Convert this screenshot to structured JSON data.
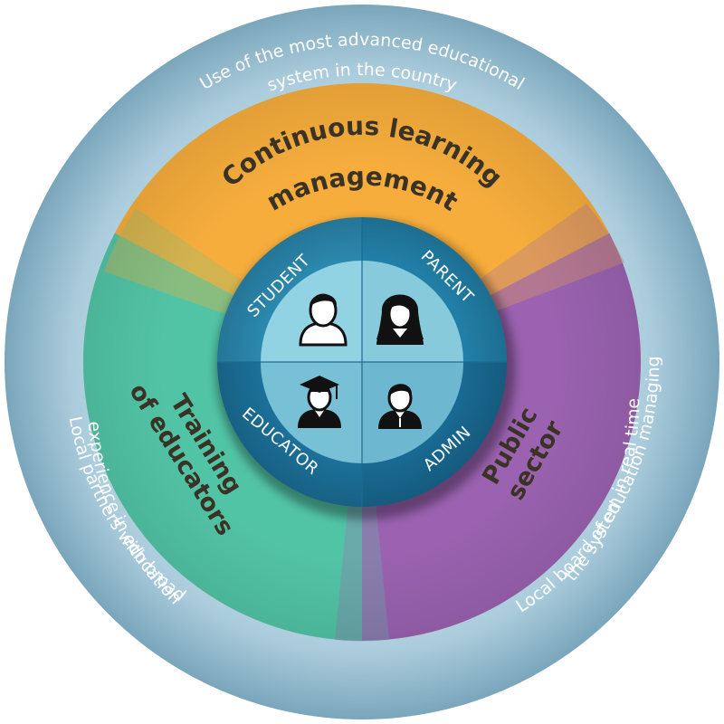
{
  "outer_ring": {
    "top_text_line1": "Use of the most advanced educational",
    "top_text_line2": "system in the country",
    "left_text_line1": "Local partners with broad",
    "left_text_line2": "experience in education",
    "right_text_line1": "Local board of education managing",
    "right_text_line2": "the system in real time"
  },
  "bands": {
    "top_title_line1": "Continuous learning",
    "top_title_line2": "management",
    "left_title_line1": "Training",
    "left_title_line2": "of educators",
    "right_title_line1": "Public",
    "right_title_line2": "sector"
  },
  "roles": {
    "student": "STUDENT",
    "parent": "PARENT",
    "educator": "EDUCATOR",
    "admin": "ADMIN"
  },
  "icons": [
    "student-icon",
    "parent-icon",
    "educator-icon",
    "admin-icon"
  ],
  "colors": {
    "outer_ring": "#8fb5c6",
    "learning_band": "#f6ad3c",
    "educators_band": "#52c4a6",
    "public_band": "#9a62b0",
    "inner_ring": "#1f7fa6",
    "center": "#8ecfe0"
  }
}
